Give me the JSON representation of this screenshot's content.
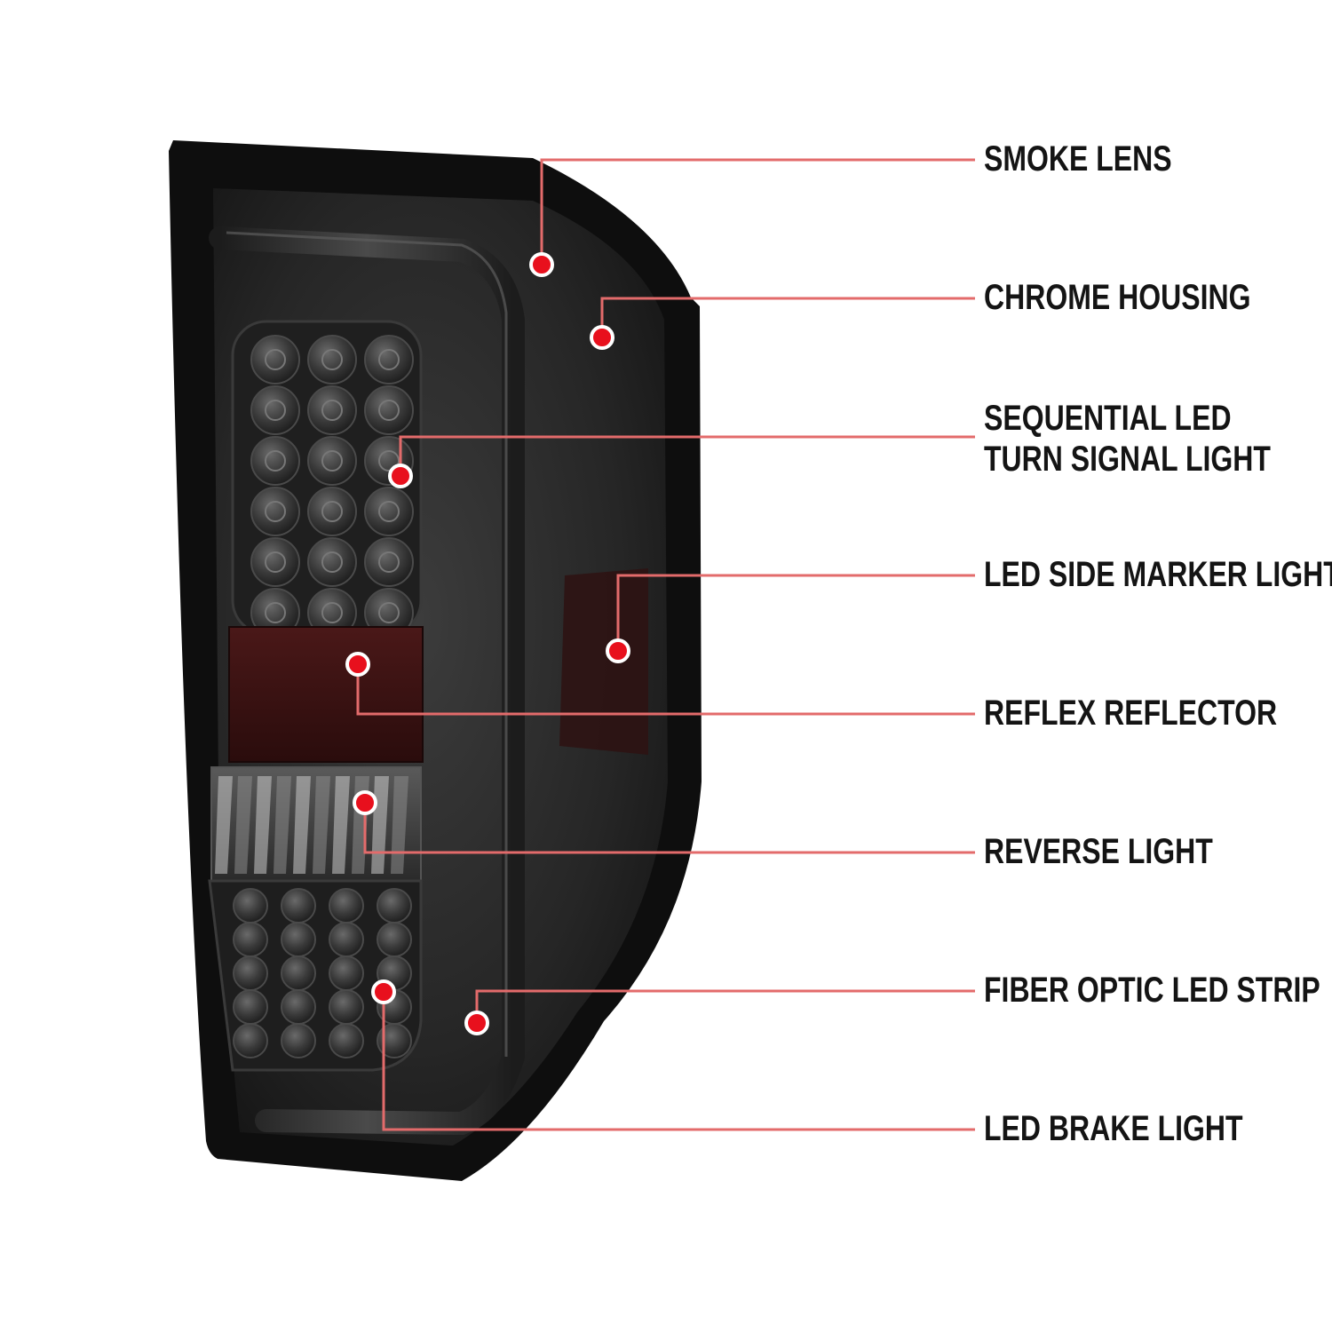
{
  "colors": {
    "background": "#ffffff",
    "leader_line": "#e36b6b",
    "marker_dot": "#e8101d",
    "marker_ring": "#ffffff",
    "label_text": "#141414",
    "lens_smoke": "#2a2a2a",
    "reflector_red": "#3b1414"
  },
  "callouts": [
    {
      "id": "smoke-lens",
      "lines": [
        "SMOKE LENS"
      ]
    },
    {
      "id": "chrome-housing",
      "lines": [
        "CHROME HOUSING"
      ]
    },
    {
      "id": "sequential-led",
      "lines": [
        "SEQUENTIAL LED",
        "TURN SIGNAL LIGHT"
      ]
    },
    {
      "id": "side-marker",
      "lines": [
        "LED SIDE MARKER LIGHT"
      ]
    },
    {
      "id": "reflex-reflector",
      "lines": [
        "REFLEX REFLECTOR"
      ]
    },
    {
      "id": "reverse-light",
      "lines": [
        "REVERSE LIGHT"
      ]
    },
    {
      "id": "fiber-optic",
      "lines": [
        "FIBER OPTIC LED STRIP"
      ]
    },
    {
      "id": "brake-light",
      "lines": [
        "LED BRAKE LIGHT"
      ]
    }
  ]
}
